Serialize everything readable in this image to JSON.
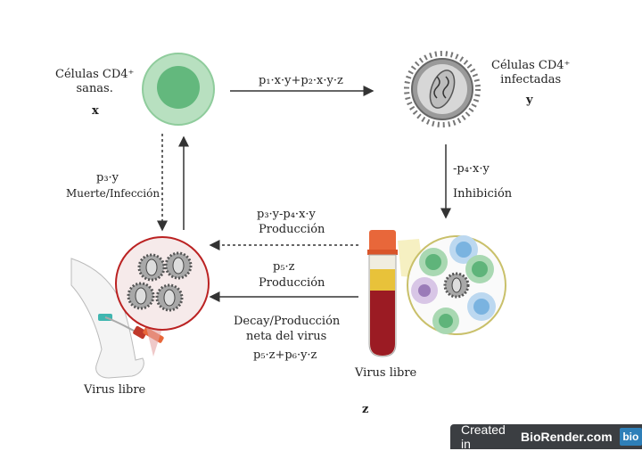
{
  "healthy": {
    "label_line1": "Células CD4⁺",
    "label_line2": "sanas.",
    "var": "x"
  },
  "infected": {
    "label_line1": "Células CD4⁺",
    "label_line2": "infectadas",
    "var": "y"
  },
  "arrow_top": {
    "formula": "p₁·x·y+p₂·x·y·z"
  },
  "arrow_right": {
    "formula": "-p₄·x·y",
    "label": "Inhibición"
  },
  "arrow_left": {
    "formula": "p₃·y",
    "label": "Muerte/Infección"
  },
  "arrow_mid_dashed": {
    "formula": "p₃·y-p₄·x·y",
    "label": "Producción"
  },
  "arrow_mid_solid": {
    "formula": "p₅·z",
    "label": "Producción"
  },
  "decay": {
    "line1": "Decay/Producción",
    "line2": "neta del virus",
    "formula": "p₅·z+p₆·y·z"
  },
  "virus_right": {
    "label": "Virus libre",
    "var": "z"
  },
  "virus_left": {
    "label": "Virus libre"
  },
  "badge": {
    "created": "Created in",
    "brand": "BioRender.com",
    "logo": "bio"
  },
  "colors": {
    "healthy_outer": "#a9d8b2",
    "healthy_inner": "#5fb47a",
    "blood": "#9b1b23",
    "cap": "#e8673a",
    "arrow": "#333333"
  }
}
